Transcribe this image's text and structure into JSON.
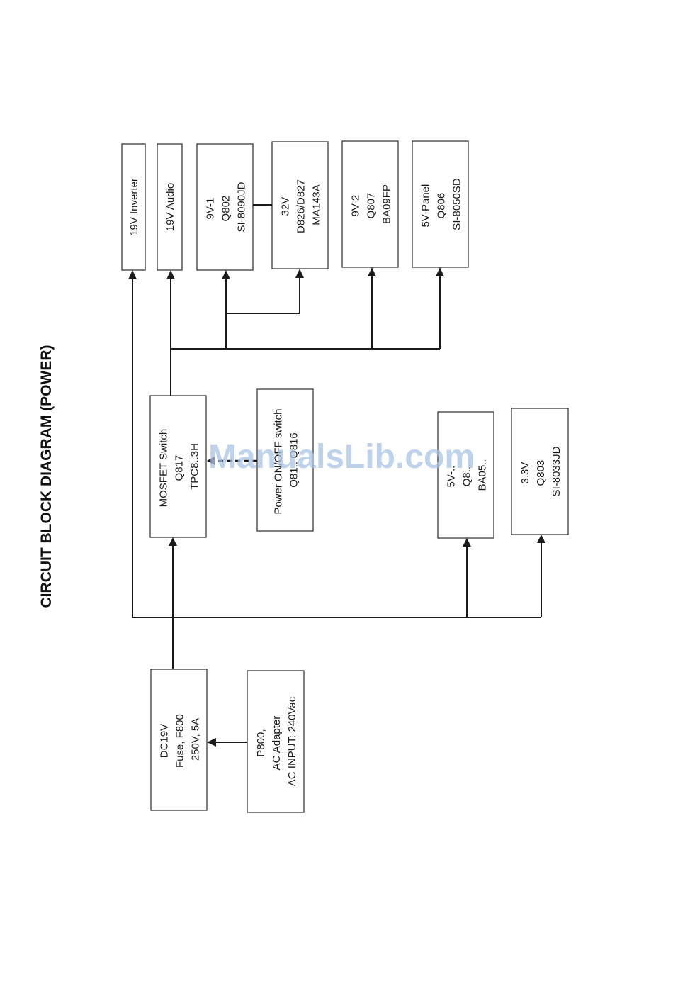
{
  "title": "CIRCUIT BLOCK DIAGRAM (POWER)",
  "watermark": "ManualsLib.com",
  "blocks": {
    "inverter_19v": [
      "19V Inverter"
    ],
    "audio_19v": [
      "19V Audio"
    ],
    "reg_9v1": [
      "9V-1",
      "Q802",
      "SI-8090JD"
    ],
    "reg_32v": [
      "32V",
      "D826/D827",
      "MA143A"
    ],
    "reg_9v2": [
      "9V-2",
      "Q807",
      "BA09FP"
    ],
    "reg_5v_panel": [
      "5V-Panel",
      "Q806",
      "SI-8050SD"
    ],
    "mosfet_switch": [
      "MOSFET Switch",
      "Q817",
      "TPC8..3H"
    ],
    "power_onoff": [
      "Power ON/OFF switch",
      "Q81.. Q816"
    ],
    "reg_5v": [
      "5V-..",
      "Q8..",
      "BA05.."
    ],
    "reg_3v3": [
      "3.3V",
      "Q803",
      "SI-8033JD"
    ],
    "dc19v": [
      "DC19V",
      "Fuse, F800",
      "250V, 5A"
    ],
    "ac_adapter": [
      "P800,",
      "AC Adapter",
      "AC INPUT: 240Vac"
    ]
  }
}
